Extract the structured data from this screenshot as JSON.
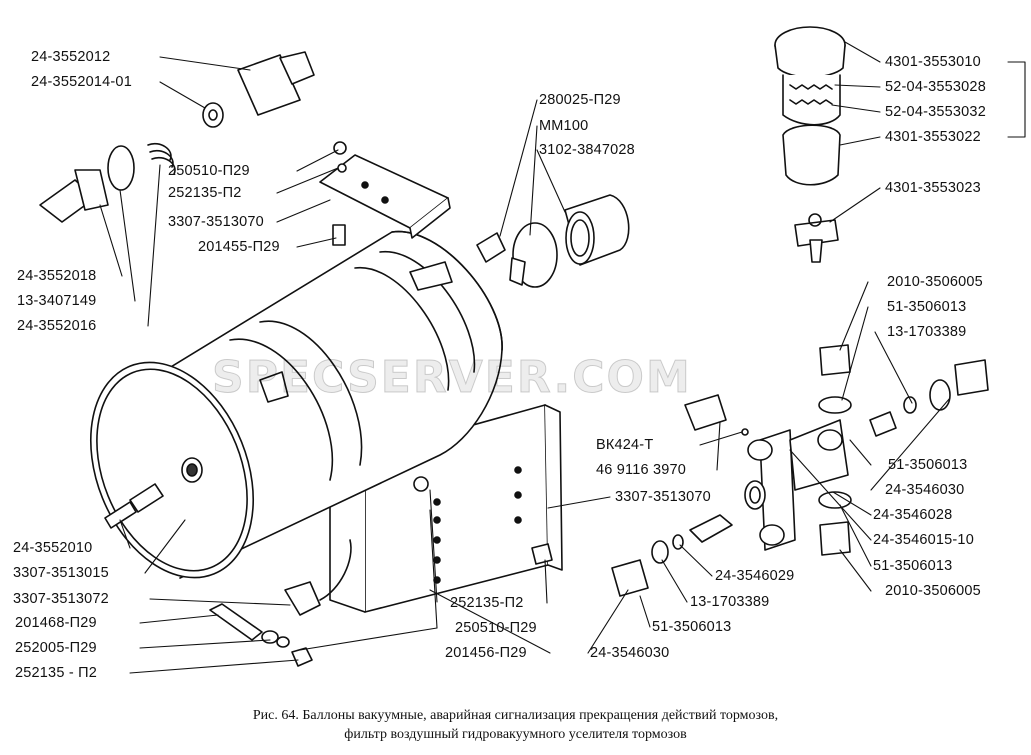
{
  "watermark": "SPECSERVER.COM",
  "caption": {
    "line1": "Рис. 64. Баллоны вакуумные, аварийная сигнализация прекращения действий тормозов,",
    "line2": "фильтр воздушный гидровакуумного уселителя тормозов"
  },
  "labels": {
    "l01": "24-3552012",
    "l02": "24-3552014-01",
    "l03": "250510-П29",
    "l04": "252135-П2",
    "l05": "3307-3513070",
    "l06": "201455-П29",
    "l07": "24-3552018",
    "l08": "13-3407149",
    "l09": "24-3552016",
    "l10": "280025-П29",
    "l11": "ММ100",
    "l12": "3102-3847028",
    "l13": "4301-3553010",
    "l14": "52-04-3553028",
    "l15": "52-04-3553032",
    "l16": "4301-3553022",
    "l17": "4301-3553023",
    "l18": "2010-3506005",
    "l19": "51-3506013",
    "l20": "13-1703389",
    "l21": "ВК424-Т",
    "l22": "46 9116 3970",
    "l23": "3307-3513070",
    "l24": "51-3506013",
    "l25": "24-3546030",
    "l26": "24-3546028",
    "l27": "24-3546015-10",
    "l28": "51-3506013",
    "l29": "2010-3506005",
    "l30": "24-3546029",
    "l31": "13-1703389",
    "l32": "51-3506013",
    "l33": "24-3546030",
    "l34": "24-3552010",
    "l35": "3307-3513015",
    "l36": "3307-3513072",
    "l37": "201468-П29",
    "l38": "252005-П29",
    "l39": "252135 - П2",
    "l40": "252135-П2",
    "l41": "250510-П29",
    "l42": "201456-П29"
  }
}
